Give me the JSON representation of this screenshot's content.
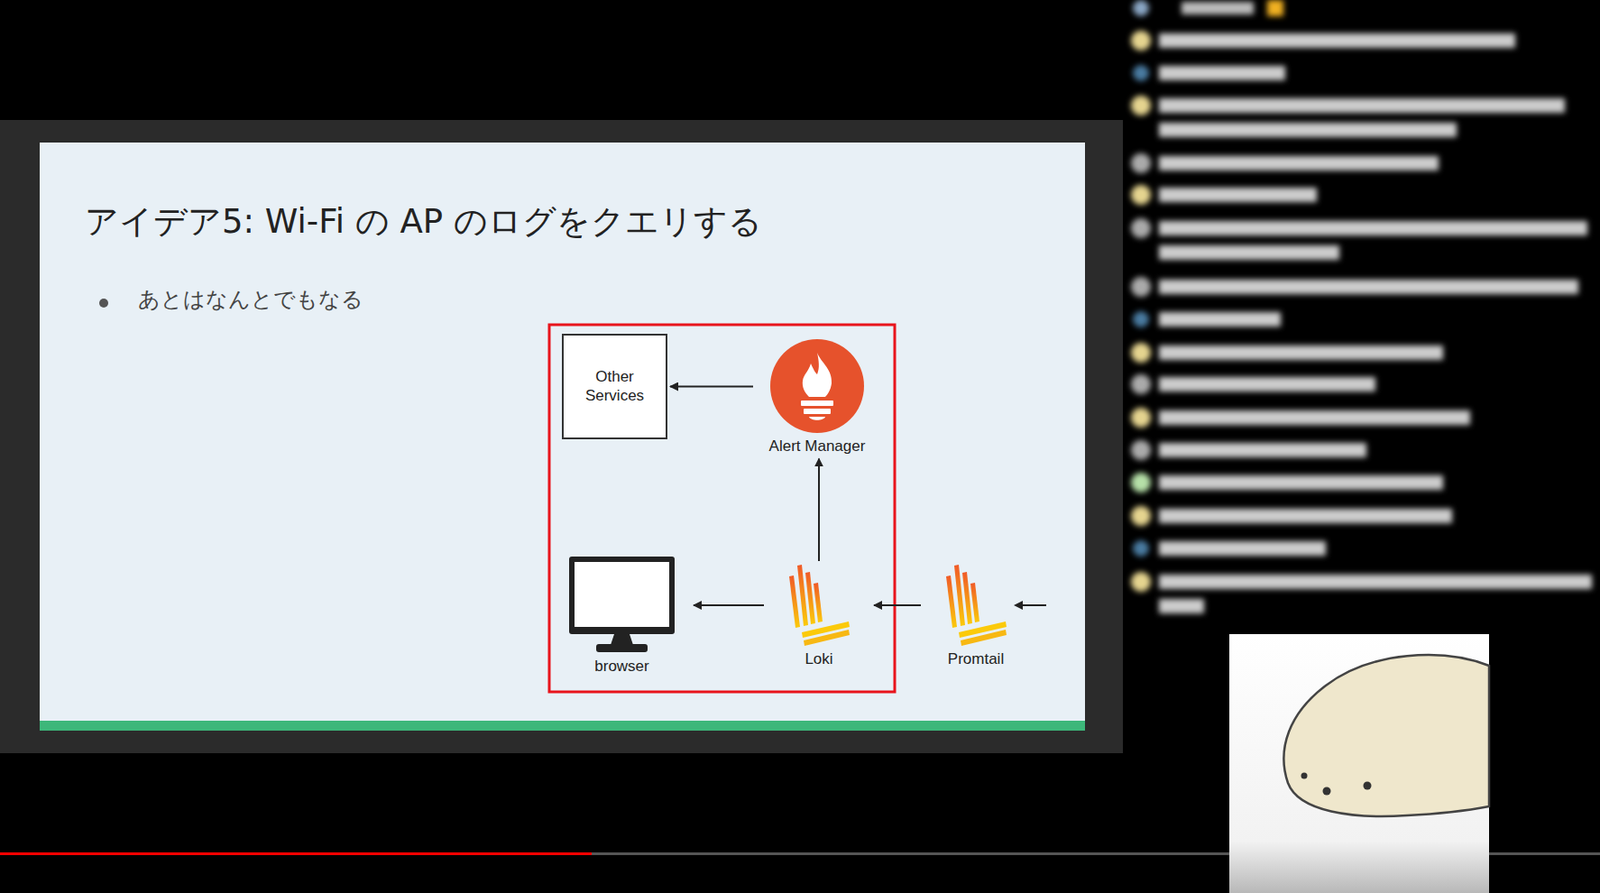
{
  "diagram": {
    "title": "アイデア5: Wi-Fi の AP のログをクエリする",
    "nodes": [
      {
        "text": [
          "Other Services"
        ]
      },
      {
        "text": [
          "Alert Manager"
        ]
      },
      {
        "text": [
          "browser"
        ]
      },
      {
        "text": [
          "Loki"
        ]
      },
      {
        "text": [
          "Promtail"
        ]
      }
    ],
    "edges": [
      {
        "from": 4,
        "to": 3,
        "arrow": "to"
      },
      {
        "from": 3,
        "to": 2,
        "arrow": "to"
      },
      {
        "from": 3,
        "to": 1,
        "arrow": "to"
      },
      {
        "from": 1,
        "to": 0,
        "arrow": "to"
      }
    ],
    "labels": [
      "あとはなんとでもなる"
    ]
  }
}
